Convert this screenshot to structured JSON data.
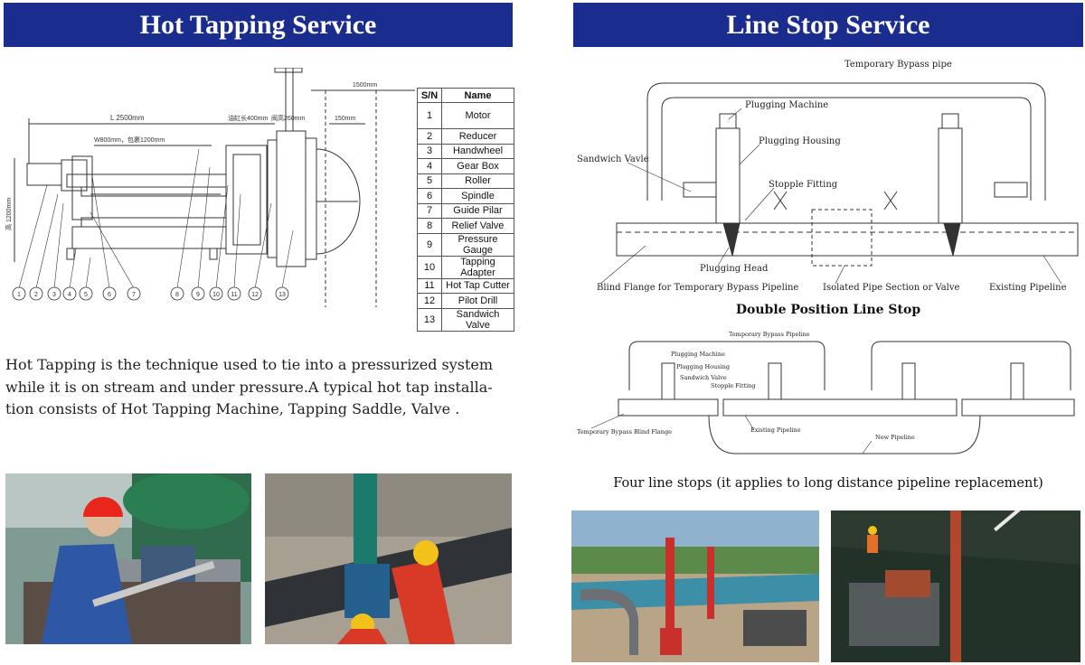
{
  "left_panel": {
    "title": "Hot Tapping Service",
    "drawing": {
      "dim_length": "L 2500mm",
      "dim_width": "W800mm，包裹1200mm",
      "dim_400": "油缸长400mm",
      "dim_260": "阀高260mm",
      "dim_150": "150mm",
      "dim_1500": "1500mm",
      "dim_height": "高 1200mm",
      "callouts": [
        "1",
        "2",
        "3",
        "4",
        "5",
        "6",
        "7",
        "8",
        "9",
        "10",
        "11",
        "12",
        "13"
      ]
    },
    "parts_table": {
      "headers": [
        "S/N",
        "Name"
      ],
      "rows": [
        {
          "sn": "1",
          "name": "Motor"
        },
        {
          "sn": "2",
          "name": "Reducer"
        },
        {
          "sn": "3",
          "name": "Handwheel"
        },
        {
          "sn": "4",
          "name": "Gear Box"
        },
        {
          "sn": "5",
          "name": "Roller"
        },
        {
          "sn": "6",
          "name": "Spindle"
        },
        {
          "sn": "7",
          "name": "Guide Pilar"
        },
        {
          "sn": "8",
          "name": "Relief Valve"
        },
        {
          "sn": "9",
          "name": "Pressure Gauge"
        },
        {
          "sn": "10",
          "name": "Tapping Adapter"
        },
        {
          "sn": "11",
          "name": "Hot Tap Cutter"
        },
        {
          "sn": "12",
          "name": "Pilot Drill"
        },
        {
          "sn": "13",
          "name": "Sandwich Valve"
        }
      ]
    },
    "description": "Hot Tapping is the technique used to tie into a pressurized system while it is on stream and under pressure.A typical hot tap installa-tion consists of Hot Tapping Machine, Tapping Saddle,  Valve ."
  },
  "right_panel": {
    "title": "Line Stop Service",
    "diagram1": {
      "labels": {
        "bypass": "Temporary Bypass pipe",
        "plugging_machine": "Plugging Machine",
        "plugging_housing": "Plugging Housing",
        "sandwich_valve": "Sandwich Vavle",
        "stopple_fitting": "Stopple Fitting",
        "plugging_head": "Plugging Head",
        "blind_flange": "Blind Flange for Temporary Bypass Pipeline",
        "isolated": "Isolated Pipe Section or Valve",
        "existing": "Existing Pipeline"
      },
      "caption": "Double Position Line Stop"
    },
    "diagram2": {
      "labels": {
        "bypass": "Temporary Bypass Pipeline",
        "plugging_machine": "Plugging Machine",
        "plugging_housing": "Plugging Housing",
        "sandwich_valve": "Sandwich Valve",
        "stopple_fitting": "Stopple Fitting",
        "blind_flange": "Temporary Bypass Blind Flange",
        "existing": "Existing Pipeline",
        "new_pipeline": "New Pipeline"
      },
      "caption": "Four line stops (it applies to long distance pipeline replacement)"
    }
  },
  "colors": {
    "banner": "#1b2c8f",
    "hardhat": "#e8261b",
    "hardhat_yellow": "#f2c21a",
    "equipment_red": "#c9302b"
  }
}
